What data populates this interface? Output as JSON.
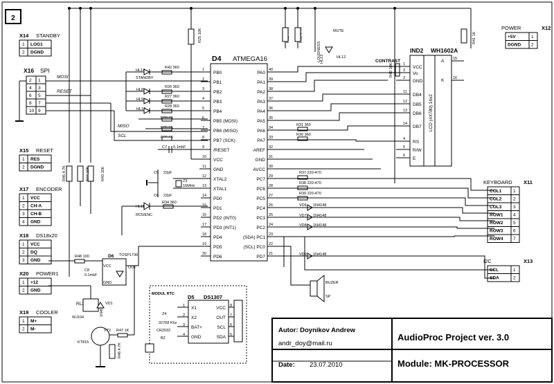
{
  "sheet": "2",
  "title_block": {
    "author": "Autor: Doynikov Andrew",
    "email": "andr_doy@mail.ru",
    "date_label": "Date:",
    "date": "23.07.2010",
    "project": "AudioProc Project ver. 3.0",
    "module": "Module: MK-PROCESSOR"
  },
  "mcu": {
    "ref": "D4",
    "part": "ATMEGA16",
    "left_pins": [
      {
        "num": "1",
        "name": "PB0"
      },
      {
        "num": "2",
        "name": "PB1"
      },
      {
        "num": "3",
        "name": "PB2"
      },
      {
        "num": "4",
        "name": "PB3"
      },
      {
        "num": "5",
        "name": "PB4"
      },
      {
        "num": "6",
        "name": "PB5 (MOSI)"
      },
      {
        "num": "7",
        "name": "PB6 (MISO)"
      },
      {
        "num": "8",
        "name": "PB7 (SCK)"
      },
      {
        "num": "9",
        "name": "/RESET"
      },
      {
        "num": "10",
        "name": "VCC"
      },
      {
        "num": "11",
        "name": "GND"
      },
      {
        "num": "12",
        "name": "XTAL2"
      },
      {
        "num": "13",
        "name": "XTAL1"
      },
      {
        "num": "14",
        "name": "PD0"
      },
      {
        "num": "15",
        "name": "PD1"
      },
      {
        "num": "16",
        "name": "PD2 (INT0)"
      },
      {
        "num": "17",
        "name": "PD3 (INT1)"
      },
      {
        "num": "18",
        "name": "PD4"
      },
      {
        "num": "19",
        "name": "PD5"
      },
      {
        "num": "20",
        "name": "PD6"
      }
    ],
    "right_pins": [
      {
        "num": "40",
        "name": "PA0"
      },
      {
        "num": "39",
        "name": "PA1"
      },
      {
        "num": "38",
        "name": "PA2"
      },
      {
        "num": "37",
        "name": "PA3"
      },
      {
        "num": "36",
        "name": "PA4"
      },
      {
        "num": "35",
        "name": "PA5"
      },
      {
        "num": "34",
        "name": "PA6"
      },
      {
        "num": "33",
        "name": "PA7"
      },
      {
        "num": "32",
        "name": "AREF"
      },
      {
        "num": "31",
        "name": "GND"
      },
      {
        "num": "30",
        "name": "AVCC"
      },
      {
        "num": "29",
        "name": "PC7"
      },
      {
        "num": "28",
        "name": "PC6"
      },
      {
        "num": "27",
        "name": "PC5"
      },
      {
        "num": "26",
        "name": "PC4"
      },
      {
        "num": "25",
        "name": "PC3"
      },
      {
        "num": "24",
        "name": "PC2"
      },
      {
        "num": "23",
        "name": "(SDA) PC1"
      },
      {
        "num": "22",
        "name": "(SCL) PC0"
      },
      {
        "num": "21",
        "name": "PD7"
      }
    ]
  },
  "lcd": {
    "ref": "IND2",
    "part": "WH1602A",
    "body_label": "LCD (4X780) 16x2",
    "pins": [
      {
        "num": "1",
        "name": "VCC"
      },
      {
        "num": "3",
        "name": "Vo"
      },
      {
        "num": "2",
        "name": "GND"
      },
      {
        "num": "11",
        "name": "DB4"
      },
      {
        "num": "12",
        "name": "DB5"
      },
      {
        "num": "13",
        "name": "DB6"
      },
      {
        "num": "14",
        "name": "DB7"
      },
      {
        "num": "4",
        "name": "RS"
      },
      {
        "num": "5",
        "name": "R/W"
      },
      {
        "num": "6",
        "name": "E"
      }
    ],
    "backlight": [
      {
        "num": "15",
        "name": "A"
      },
      {
        "num": "16",
        "name": "K"
      }
    ],
    "contrast_label": "CONTRAST",
    "contrast_pot": "R40 10K"
  },
  "connectors": {
    "standby": {
      "ref": "X14",
      "title": "STANDBY",
      "rows": [
        {
          "sig": "LOG1",
          "num": "1"
        },
        {
          "sig": "DGND",
          "num": "2"
        }
      ]
    },
    "spi": {
      "ref": "X16",
      "title": "SPI",
      "rows": [
        [
          "2",
          "1"
        ],
        [
          "4",
          "3"
        ],
        [
          "6",
          "5"
        ],
        [
          "8",
          "7"
        ],
        [
          "10",
          "9"
        ]
      ],
      "mosi": "MOSI",
      "reset": "RESET"
    },
    "reset": {
      "ref": "X15",
      "title": "RESET",
      "rows": [
        {
          "sig": "RES",
          "num": "1"
        },
        {
          "sig": "DGND",
          "num": "2"
        }
      ]
    },
    "encoder": {
      "ref": "X17",
      "title": "ENCODER",
      "rows": [
        {
          "sig": "VCC",
          "num": "1"
        },
        {
          "sig": "CH-A",
          "num": "2"
        },
        {
          "sig": "CH-B",
          "num": "3"
        },
        {
          "sig": "GND",
          "num": "4"
        }
      ]
    },
    "ds18x20": {
      "ref": "X18",
      "title": "DS18x20",
      "rows": [
        {
          "sig": "VCC",
          "num": "1"
        },
        {
          "sig": "DQ",
          "num": "2"
        },
        {
          "sig": "GND",
          "num": "3"
        }
      ]
    },
    "power1": {
      "ref": "X20",
      "title": "POWER1",
      "rows": [
        {
          "sig": "+12",
          "num": "1"
        },
        {
          "sig": "GND",
          "num": "2"
        }
      ]
    },
    "cooler": {
      "ref": "X19",
      "title": "COOLER",
      "rows": [
        {
          "sig": "M+",
          "num": "1"
        },
        {
          "sig": "M-",
          "num": "2"
        }
      ]
    },
    "power": {
      "ref": "X12",
      "title": "POWER",
      "rows": [
        {
          "sig": "+5V",
          "num": "1"
        },
        {
          "sig": "DGND",
          "num": "2"
        }
      ]
    },
    "keyboard": {
      "ref": "X11",
      "title": "KEYBOARD",
      "rows": [
        {
          "sig": "COL1",
          "num": "1"
        },
        {
          "sig": "COL2",
          "num": "2"
        },
        {
          "sig": "COL3",
          "num": "3"
        },
        {
          "sig": "ROW1",
          "num": "4"
        },
        {
          "sig": "ROW2",
          "num": "5"
        },
        {
          "sig": "ROW3",
          "num": "6"
        },
        {
          "sig": "ROW4",
          "num": "7"
        }
      ]
    },
    "i2c": {
      "ref": "X13",
      "title": "I2C",
      "rows": [
        {
          "sig": "SCL",
          "num": "1"
        },
        {
          "sig": "SDA",
          "num": "2"
        }
      ]
    }
  },
  "rtc": {
    "module_label": "MODUL RTC",
    "ref": "D5",
    "part": "DS1307",
    "left_pins": [
      "X1",
      "X2",
      "BAT+",
      "GND"
    ],
    "right_pins": [
      "VCC",
      "OUT",
      "SCL",
      "SDA"
    ],
    "right_nums": [
      "8",
      "7",
      "6",
      "5"
    ],
    "left_nums": [
      "1",
      "2",
      "3",
      "4"
    ],
    "quartz": "Z4",
    "quartz_freq": "32768 Khz",
    "battery": "CR2032",
    "battery_ref": "B2",
    "conn_nums": [
      "1",
      "2",
      "3",
      "4"
    ]
  },
  "parts": {
    "led_standby": {
      "ref": "HL14",
      "label": "STANDBY"
    },
    "led_enc": {
      "ref": "HL11",
      "label": "RC5/ENC"
    },
    "led_misc": [
      "HL8",
      "HL9",
      "HL10"
    ],
    "r42": "R42 360",
    "r26": "R26 360",
    "r27": "R27 360",
    "r28": "R28 360",
    "r29": "R29 68",
    "r35": "R35 68",
    "r36": "R36 68",
    "r34": "R34 360",
    "c7": "C7",
    "c7_val": "0.1mkF",
    "c5": "C5",
    "c5_val": "22pF",
    "c6": "C6",
    "c6_val": "22pF",
    "z3": "Z3",
    "z3_freq": "16MHz",
    "r25": "R25 10K",
    "r32": "R32 4.7K",
    "r33": "R33 4.7K",
    "r41": "R41 1K",
    "loudness": "LOUDNESS",
    "mute": "MUTE",
    "hl13": "HL13",
    "hl12": "HL12",
    "r31": "R31 360",
    "r30": "R30 360",
    "r37": "R37 220-470",
    "r38": "R38 220-470",
    "r39": "R39 220-470",
    "diodes": [
      "VD6",
      "VD7",
      "VD8",
      "VD9"
    ],
    "diode_part": "1N4148",
    "r45": "R45 4.7K",
    "r44": "R44 10K",
    "r43": "R43 10K",
    "r48": "R48 100",
    "c8": "C8",
    "c8_val": "0.1mkF",
    "d6": "D6",
    "d6_part": "TOSP1736",
    "d6_pins": [
      "VCC",
      "OUT",
      "GND"
    ],
    "rl2": "RL2",
    "rl2_part": "WJ104",
    "vd1": "VD1",
    "vd1_part": "1N4007",
    "vt2": "VT2",
    "vt2_part": "KT815",
    "r47": "R47 1K",
    "r46": "R46 4.7K",
    "buzzer": "BUZER",
    "buzzer_part": "SP",
    "net_miso": "MISO",
    "net_sck": "SCL",
    "net_mosi": "MOSI",
    "net_reset": "RESET"
  }
}
